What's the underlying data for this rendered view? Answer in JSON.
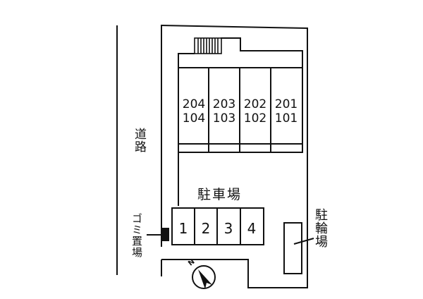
{
  "labels": {
    "road": "道路",
    "parking": "駐車場",
    "garbage": "ゴミ置場",
    "bicycle_parking": "駐輪場",
    "north_marker": "N"
  },
  "units": [
    {
      "upper": "204",
      "lower": "104"
    },
    {
      "upper": "203",
      "lower": "103"
    },
    {
      "upper": "202",
      "lower": "102"
    },
    {
      "upper": "201",
      "lower": "101"
    }
  ],
  "parking_slots": [
    "1",
    "2",
    "3",
    "4"
  ],
  "icons": {
    "compass": "north-arrow-compass",
    "stairs": "stairs"
  },
  "colors": {
    "line": "#111111",
    "background": "#ffffff",
    "garbage_box": "#111111"
  }
}
